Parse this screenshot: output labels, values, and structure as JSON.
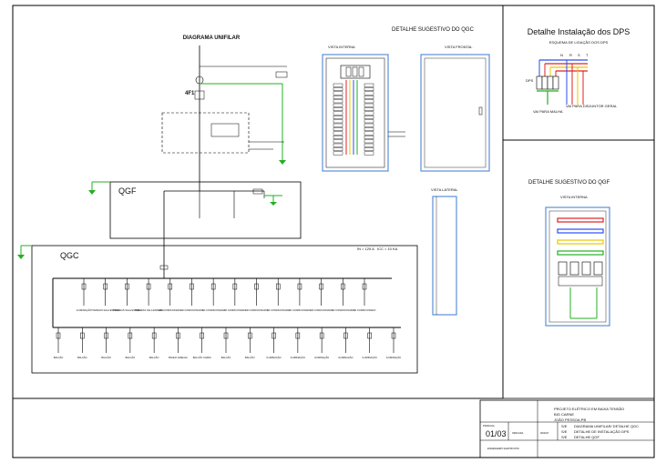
{
  "diagram": {
    "title": "DIAGRAMA UNIFILAR",
    "qgf_label": "QGF",
    "qgc_label": "QGC",
    "qgc_ratings": [
      "IN = 125 A",
      "ICC = 10 KA"
    ],
    "top_row_circuits": [
      "ILUMINAÇÃO",
      "TOMADAS SALA ESPERA",
      "TOMADAS SALA ESPERA",
      "TOMADAS SALA ESPERA",
      "AR CONDICIONADO",
      "AR CONDICIONADO",
      "AR CONDICIONADO",
      "AR CONDICIONADO",
      "AR CONDICIONADO",
      "AR CONDICIONADO",
      "AR CONDICIONADO",
      "AR CONDICIONADO",
      "AR CONDICIONADO",
      "AR CONDICIONADO"
    ],
    "bottom_row_circuits": [
      "BALCÃO",
      "BALCÃO",
      "BALCÃO",
      "BALCÃO",
      "BALCÃO",
      "BANHO GRELHA",
      "BALCÃO CHAPA",
      "BALCÃO",
      "BALCÃO",
      "ILUMINAÇÃO",
      "ILUMINAÇÃO",
      "ILUMINAÇÃO",
      "ILUMINAÇÃO",
      "ILUMINAÇÃO",
      "ILUMINAÇÃO"
    ]
  },
  "details": {
    "qgc_detail_title": "DETALHE SUGESTIVO DO QGC",
    "internal_view": "VISTA INTERNA",
    "front_view": "VISTA FRONTAL",
    "side_view": "VISTA LATERAL",
    "qgf_detail_title": "DETALHE SUGESTIVO DO QGF",
    "qgf_internal_view": "VISTA INTERNA"
  },
  "dps": {
    "title": "Detalhe Instalação dos DPS",
    "subtitle": "ESQUEMA DE LIGAÇÃO DOS DPS",
    "phase_labels": [
      "N",
      "R",
      "S",
      "T"
    ],
    "device_label": "DPS",
    "to_mesh": "VAI PARA MALHA",
    "to_breaker": "VAI PARA DISJUNTOR GERAL"
  },
  "title_block": {
    "project": "PROJETO ELÉTRICO EM BAIXA TENSÃO",
    "client": "BIG CARNE",
    "location": "JOÃO PESSOA-PB",
    "sheet": "01/03",
    "sheet_caption": "PRANCHA",
    "scale": "INDICADA",
    "date": "06/2017",
    "contents": [
      "DIAGRAMA UNIFILAR/ DETALHE QGC",
      "DETALHE DE INSTALAÇÃO DPS",
      "DETALHE QGF"
    ],
    "scale_codes": [
      "S/E",
      "S/E",
      "S/E"
    ],
    "designer": "ENGENHEIRO ELETRICISTA"
  },
  "colors": {
    "green": "#22b022",
    "red": "#e02020",
    "yellow": "#e8c800",
    "blue": "#2a4ff0",
    "panel_blue": "#5b8fd8"
  }
}
